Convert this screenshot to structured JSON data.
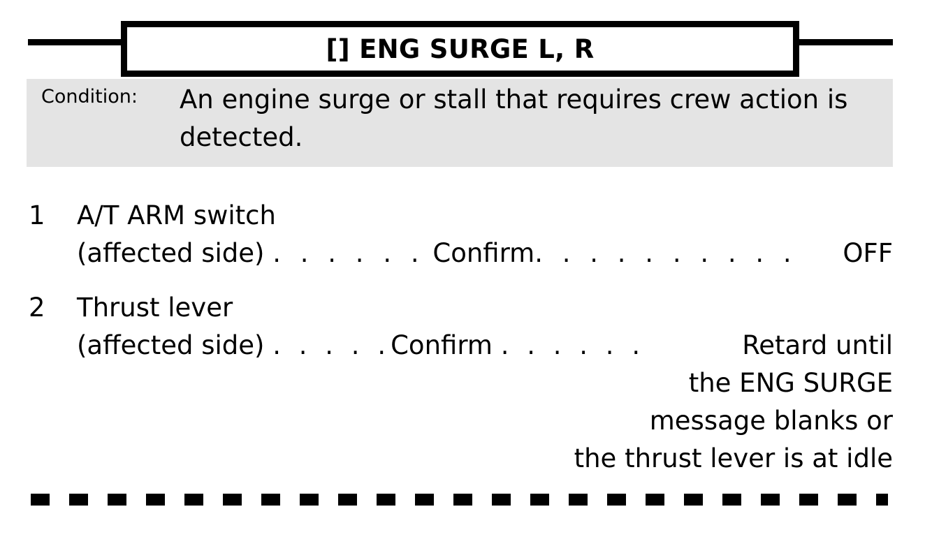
{
  "document": {
    "title": "[] ENG SURGE L, R",
    "background_color": "#ffffff",
    "condition_block_color": "#e4e4e4"
  },
  "condition": {
    "label": "Condition:",
    "text": "An engine surge or stall that requires crew action is detected."
  },
  "steps": [
    {
      "number": "1",
      "line1": "A/T ARM switch",
      "line2_prefix": "(affected side)",
      "leader1": ". . . . . .",
      "action": "Confirm",
      "leader2": ". . . . . . . . . .",
      "result": "OFF",
      "continuation": []
    },
    {
      "number": "2",
      "line1": "Thrust lever",
      "line2_prefix": "(affected side)",
      "leader1": ". . . . .",
      "action": "Confirm",
      "leader2": ". . . . . .",
      "result": "Retard until",
      "continuation": [
        "the ENG SURGE",
        "message blanks or",
        "the thrust lever is at idle"
      ]
    }
  ],
  "footer": {
    "separator": "dashed-rule"
  }
}
